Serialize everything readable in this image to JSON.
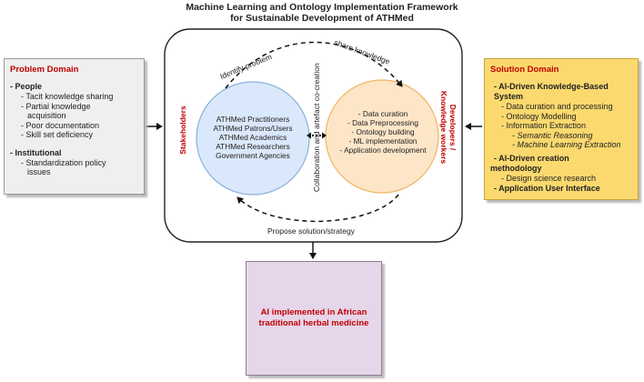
{
  "title": {
    "line1": "Machine Learning and Ontology Implementation Framework",
    "line2": "for Sustainable Development of ATHMed"
  },
  "problem_domain": {
    "heading": "Problem Domain",
    "groups": [
      {
        "label": "People",
        "items": [
          "Tacit knowledge sharing",
          "Partial knowledge",
          "acquisition",
          "Poor documentation",
          "Skill set deficiency"
        ]
      },
      {
        "label": "Institutional",
        "items": [
          "Standardization policy",
          "issues"
        ]
      }
    ]
  },
  "solution_domain": {
    "heading": "Solution Domain",
    "group1_label_a": "AI-Driven Knowledge-Based",
    "group1_label_b": "System",
    "group1_items": [
      "Data curation and processing",
      "Ontology Modelling",
      "Information Extraction"
    ],
    "group1_subitems": [
      "Semantic Reasoning",
      "Machine Learning Extraction"
    ],
    "group2_label_a": "AI-Driven creation",
    "group2_label_b": "methodology",
    "group2_items": [
      "Design science research"
    ],
    "group3_label": "Application User Interface"
  },
  "center": {
    "stakeholders_label": "Stakeholders",
    "developers_label_a": "Developers /",
    "developers_label_b": "Knowledge workers",
    "stakeholder_items": [
      "ATHMed Practitioners",
      "ATHMed Patrons/Users",
      "ATHMed Academics",
      "ATHMed Researchers",
      "Government Agencies"
    ],
    "developer_items": [
      "- Data curation",
      "- Data Preprocessing",
      "- Ontology building",
      "- ML implementation",
      "- Application development"
    ],
    "identify_label": "Identify problem",
    "share_label": "share knowledge",
    "cocreation_a": "Collaboration   and   artefact co-creation",
    "propose_label": "Propose solution/strategy"
  },
  "outcome": {
    "line1": "AI implemented in African",
    "line2": "traditional herbal medicine"
  },
  "colors": {
    "accent_red": "#c00000",
    "left_circle": "#dae8fb",
    "right_circle": "#fde6c8",
    "solution_fill": "#fbd96f",
    "outcome_fill": "#e6d6ea"
  }
}
